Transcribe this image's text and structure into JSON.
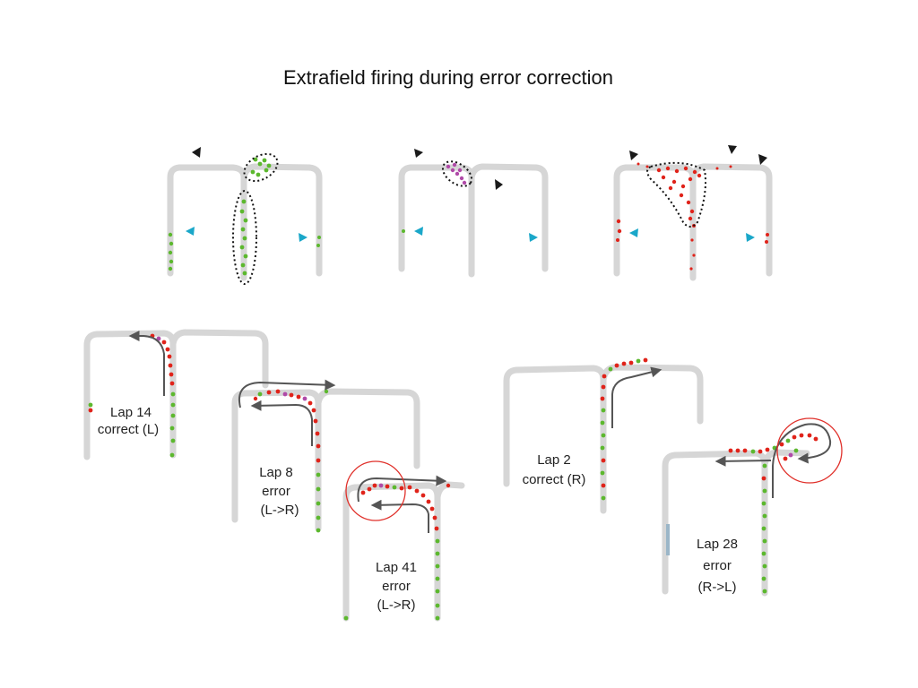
{
  "title": "Extrafield firing during error correction",
  "colors": {
    "track": "#d6d6d6",
    "green_spikes": "#5cb82e",
    "magenta_spikes": "#b04aa8",
    "red_spikes": "#e0231a",
    "arrowhead_black": "#1a1a1a",
    "arrowhead_cyan": "#1aa7c9",
    "trajectory_arrow": "#555555",
    "highlight_circle": "#e0302a"
  },
  "laps": [
    {
      "lap": "Lap 14",
      "outcome": "correct (L)"
    },
    {
      "lap": "Lap 8",
      "outcome": "error",
      "direction": "(L->R)"
    },
    {
      "lap": "Lap 41",
      "outcome": "error",
      "direction": "(L->R)"
    },
    {
      "lap": "Lap 2",
      "outcome": "correct (R)"
    },
    {
      "lap": "Lap 28",
      "outcome": "error",
      "direction": "(R->L)"
    }
  ]
}
